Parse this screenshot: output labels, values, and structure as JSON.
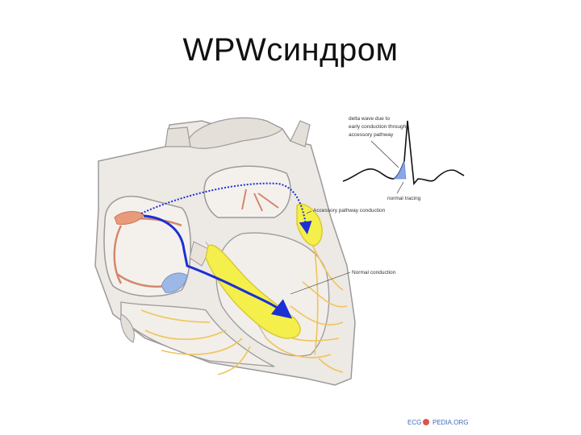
{
  "slide": {
    "title": "WPWсиндром"
  },
  "ecg": {
    "annotation_line1": "delta wave due to",
    "annotation_line2": "early conduction through",
    "annotation_line3": "accessory pathway",
    "normal_label": "normal tracing"
  },
  "diagram": {
    "accessory_label": "Accessory pathway conduction",
    "normal_label": "Normal conduction"
  },
  "watermark": {
    "left": "ECG",
    "right": "PEDIA.ORG"
  },
  "colors": {
    "heart_outline": "#9b9b9b",
    "heart_fill": "#ede9e4",
    "pathway_blue": "#1c2fd4",
    "conduction_yellow": "#f4ef4a",
    "purkinje": "#f0c45a",
    "sa_node": "#e89a7a",
    "av_node": "#9db7e6"
  }
}
